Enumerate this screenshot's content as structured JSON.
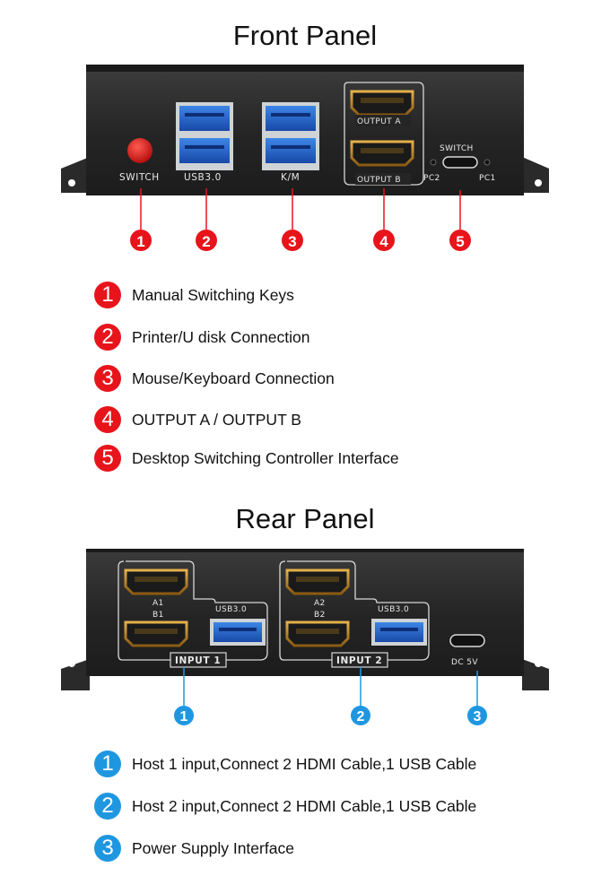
{
  "front": {
    "title": "Front Panel",
    "labels": {
      "switch": "SWITCH",
      "usb": "USB3.0",
      "km": "K/M",
      "output_a": "OUTPUT A",
      "output_b": "OUTPUT B",
      "switch_port": "SWITCH",
      "pc2": "PC2",
      "pc1": "PC1"
    },
    "markers": [
      "1",
      "2",
      "3",
      "4",
      "5"
    ],
    "legend": [
      {
        "num": "1",
        "text": "Manual Switching Keys"
      },
      {
        "num": "2",
        "text": "Printer/U disk Connection"
      },
      {
        "num": "3",
        "text": "Mouse/Keyboard Connection"
      },
      {
        "num": "4",
        "text": "OUTPUT A / OUTPUT B"
      },
      {
        "num": "5",
        "text": "Desktop Switching Controller Interface"
      }
    ]
  },
  "rear": {
    "title": "Rear Panel",
    "labels": {
      "a1": "A1",
      "b1": "B1",
      "usb1": "USB3.0",
      "input1": "INPUT 1",
      "a2": "A2",
      "b2": "B2",
      "usb2": "USB3.0",
      "input2": "INPUT 2",
      "dc": "DC 5V"
    },
    "markers": [
      "1",
      "2",
      "3"
    ],
    "legend": [
      {
        "num": "1",
        "text": "Host 1 input,Connect 2 HDMI Cable,1 USB Cable"
      },
      {
        "num": "2",
        "text": "Host 2 input,Connect 2 HDMI Cable,1 USB Cable"
      },
      {
        "num": "3",
        "text": "Power Supply Interface"
      }
    ]
  },
  "colors": {
    "red": "#e8141b",
    "blue": "#1f97e0",
    "panel": "#2b2b2b",
    "usb_blue": "#1e63c8",
    "hdmi_gold": "#c8902a"
  }
}
